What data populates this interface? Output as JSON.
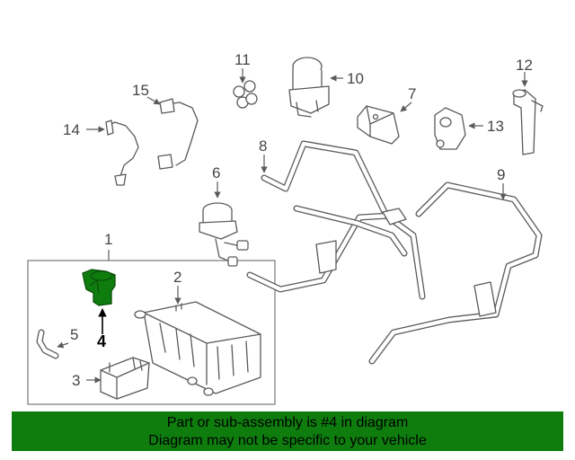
{
  "callouts": {
    "n1": "1",
    "n2": "2",
    "n3": "3",
    "n4": "4",
    "n5": "5",
    "n6": "6",
    "n7": "7",
    "n8": "8",
    "n9": "9",
    "n10": "10",
    "n11": "11",
    "n12": "12",
    "n13": "13",
    "n14": "14",
    "n15": "15"
  },
  "highlight": {
    "part_number": "4",
    "color": "#0e7d0e"
  },
  "banner": {
    "line1": "Part or sub-assembly is #4 in diagram",
    "line2": "Diagram may not be specific to your vehicle",
    "background": "#0e7d0e"
  }
}
